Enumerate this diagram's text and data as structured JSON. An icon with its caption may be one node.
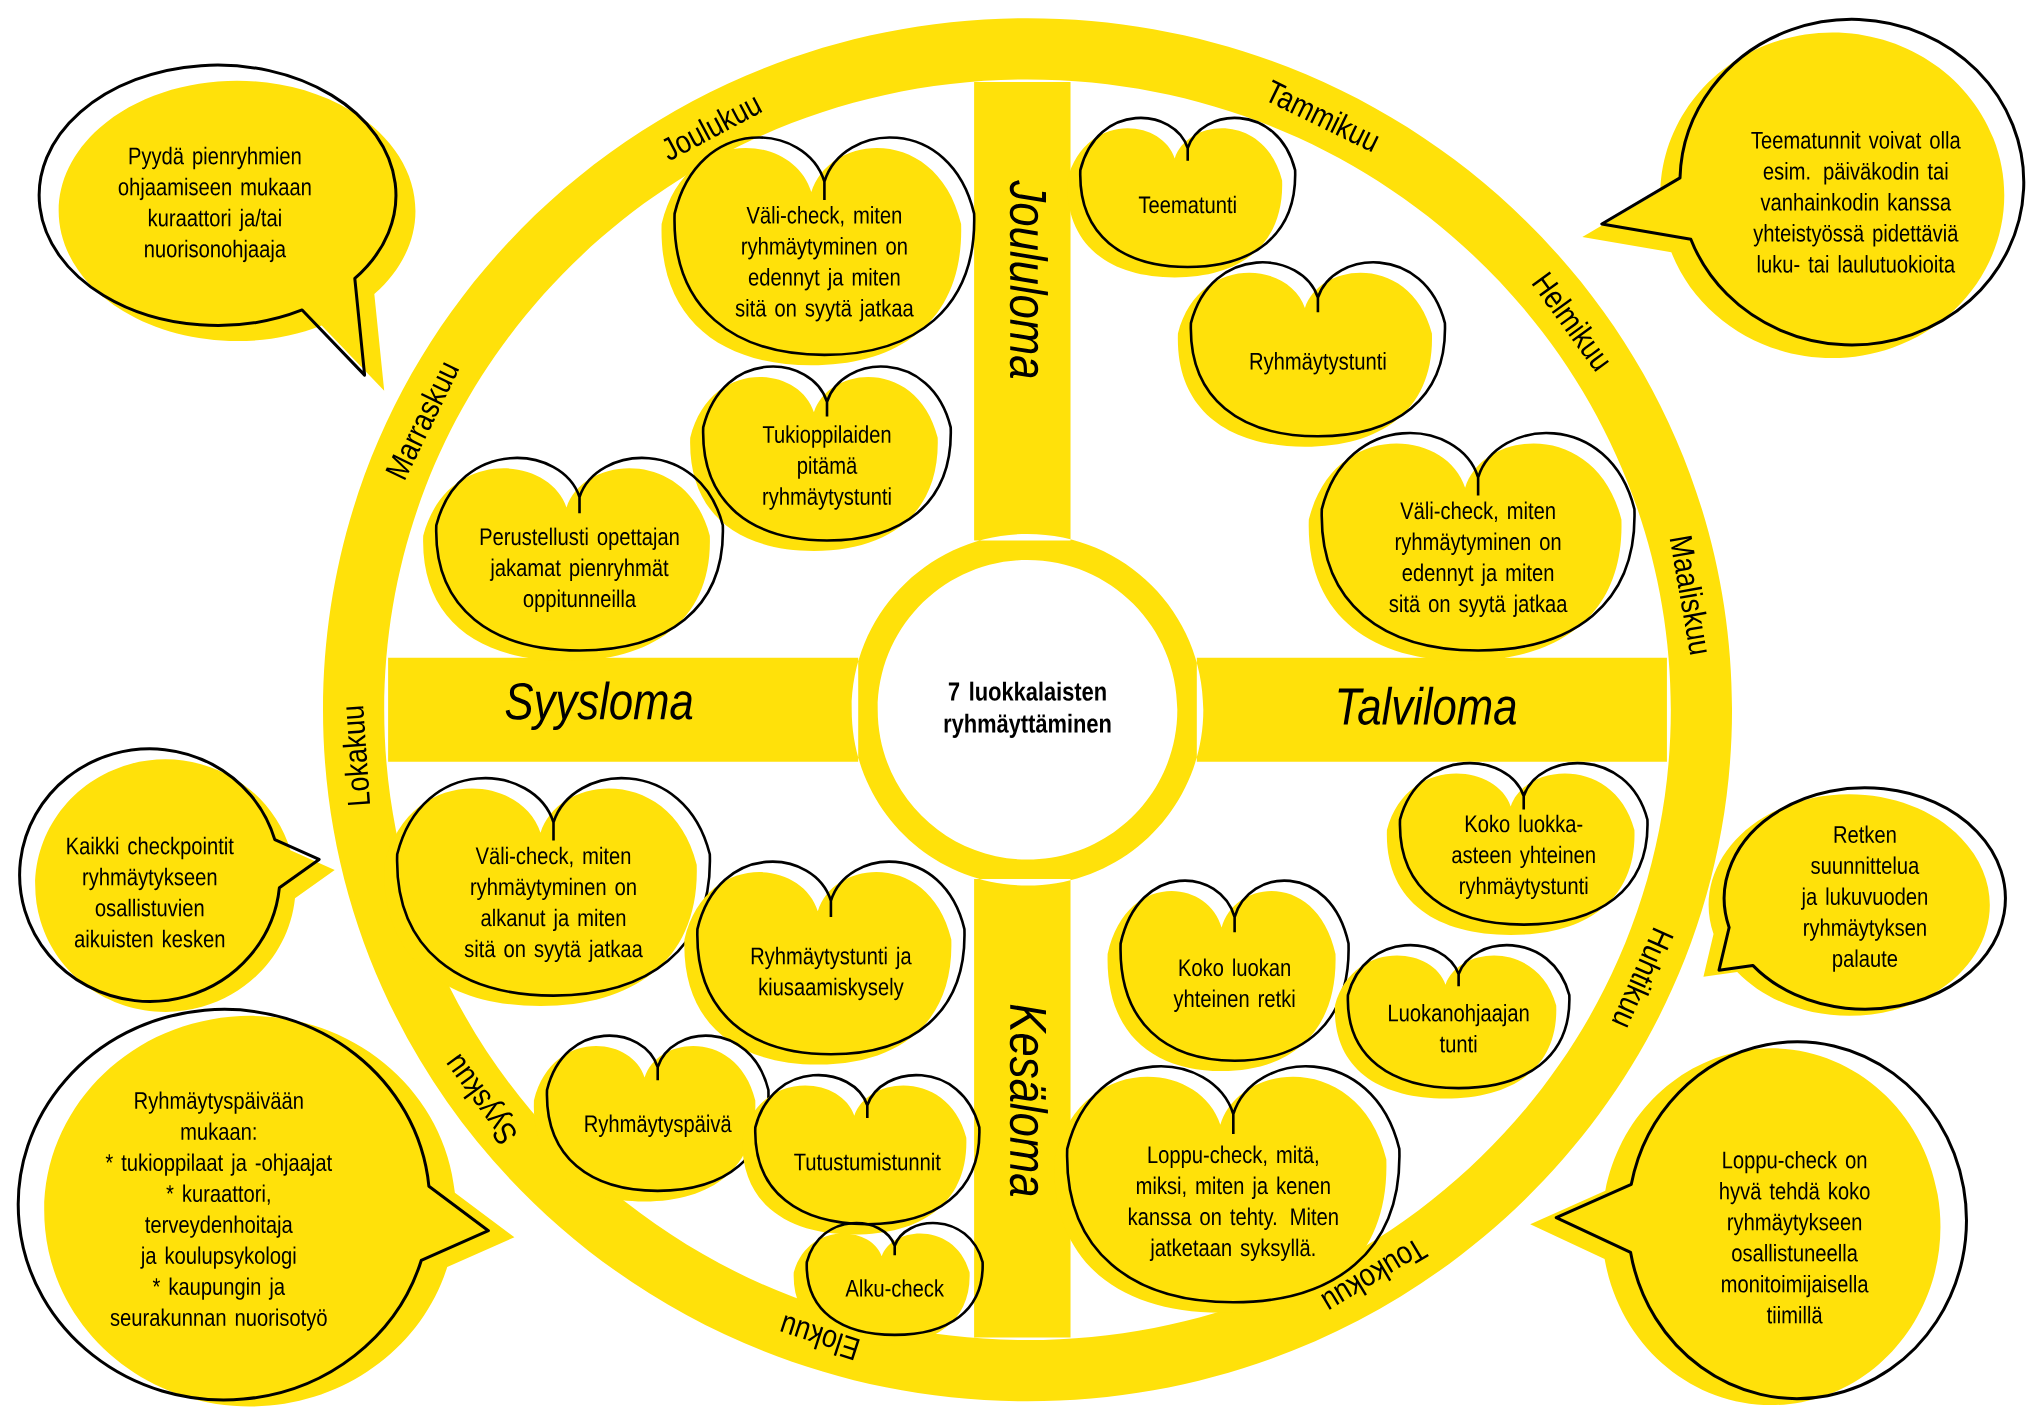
{
  "diagram": {
    "nodes": [
      {
        "text": [
          "7 luokkalaisten ryhmäyttäminen"
        ]
      },
      {
        "text": [
          "Väli-check, miten ryhmäytyminen on edennyt ja miten sitä on syytä jatkaa"
        ]
      },
      {
        "text": [
          "Tukioppilaiden pitämä ryhmäytystunti"
        ]
      },
      {
        "text": [
          "Perustellusti opettajan jakamat pienryhmät oppitunneilla"
        ]
      },
      {
        "text": [
          "Teematunti"
        ]
      },
      {
        "text": [
          "Ryhmäytystunti"
        ]
      },
      {
        "text": [
          "Väli-check, miten ryhmäytyminen on edennyt ja miten sitä on syytä jatkaa"
        ]
      },
      {
        "text": [
          "Väli-check, miten ryhmäytyminen on alkanut ja miten sitä on syytä jatkaa"
        ]
      },
      {
        "text": [
          "Ryhmäytystunti ja kiusaamiskysely"
        ]
      },
      {
        "text": [
          "Ryhmäytyspäivä"
        ]
      },
      {
        "text": [
          "Tutustumistunnit"
        ]
      },
      {
        "text": [
          "Alku-check"
        ]
      },
      {
        "text": [
          "Koko luokka-asteen yhteinen ryhmäytystunti"
        ]
      },
      {
        "text": [
          "Koko luokan yhteinen retki"
        ]
      },
      {
        "text": [
          "Luokanohjaajan tunti"
        ]
      },
      {
        "text": [
          "Loppu-check, mitä, miksi, miten ja kenen kanssa on tehty. Miten jatketaan syksyllä."
        ]
      },
      {
        "text": [
          "Pyydä pienryhmien ohjaamiseen mukaan kuraattori ja/tai nuorisonohjaaja"
        ]
      },
      {
        "text": [
          "Teematunnit voivat olla esim. päiväkodin tai vanhainkodin kanssa yhteistyössä pidettäviä luku- tai laulutuokioita"
        ]
      },
      {
        "text": [
          "Kaikki checkpointit ryhmäytykseen osallistuvien aikuisten kesken"
        ]
      },
      {
        "text": [
          "Ryhmäytyspäivään mukaan:",
          "* tukioppilaat ja -ohjaajat",
          "* kuraattori, terveydenhoitaja ja koulupsykologi",
          "* kaupungin ja seurakunnan nuorisotyö"
        ]
      },
      {
        "text": [
          "Retken suunnittelua ja lukuvuoden ryhmäytyksen palaute"
        ]
      },
      {
        "text": [
          "Loppu-check on hyvä tehdä koko ryhmäytykseen osallistuneella monitoimijaisella tiimillä"
        ]
      }
    ],
    "labels": [
      "Joulukuu",
      "Tammikuu",
      "Joululoma",
      "Helmikuu",
      "Marraskuu",
      "Maaliskuu",
      "Syysloma",
      "Talviloma",
      "Lokakuu",
      "Huhtikuu",
      "Syyskuu",
      "Kesäloma",
      "Toukokuu",
      "Elokuu"
    ]
  }
}
